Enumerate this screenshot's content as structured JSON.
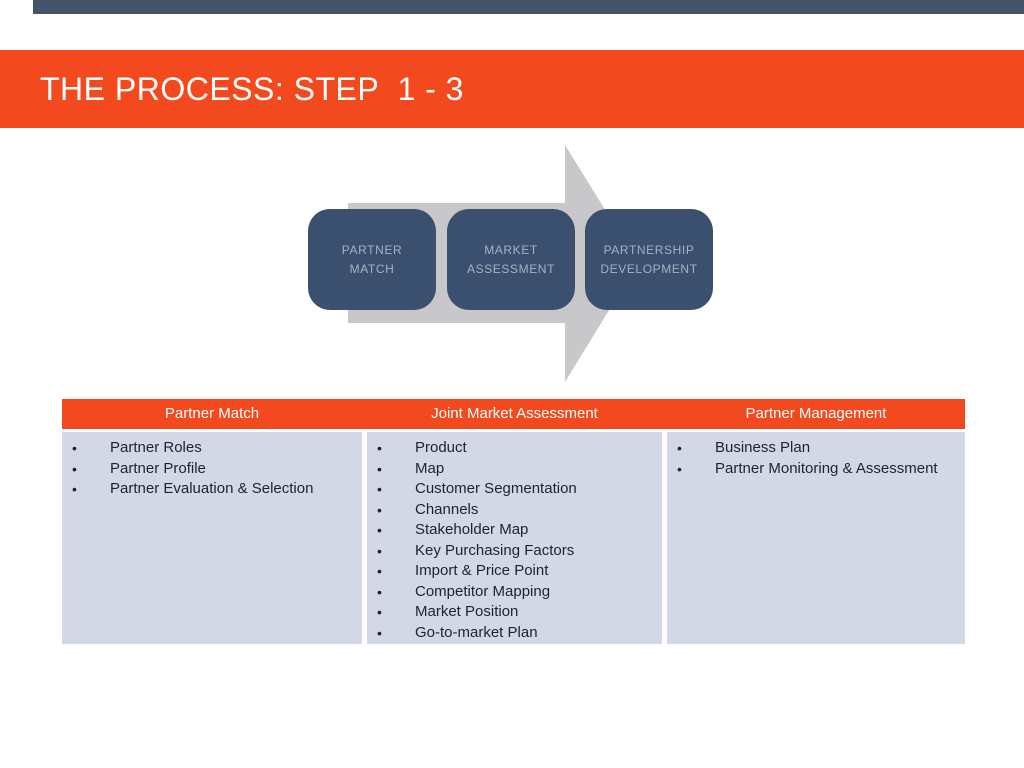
{
  "slide": {
    "top_accent_bar_color": "#44546A",
    "title_bar": {
      "label": "THE PROCESS: STEP  1 - 3",
      "bg_color": "#F3491E",
      "text_color": "#FFFFFF"
    }
  },
  "process": {
    "arrow_color": "#C8C7CA",
    "box_color": "#3B506E",
    "box_text_color": "#A6B1C3",
    "steps": [
      {
        "label": "PARTNER MATCH"
      },
      {
        "label": "MARKET ASSESSMENT"
      },
      {
        "label": "PARTNERSHIP DEVELOPMENT"
      }
    ]
  },
  "table": {
    "bullet_char": "•",
    "header_bg_color": "#F3491E",
    "header_text_color": "#FFFFFF",
    "body_bg_color": "#D2D8E6",
    "body_text_color": "#1C2430",
    "columns": [
      {
        "header": "Partner Match",
        "items": [
          "Partner Roles",
          "Partner Profile",
          "Partner Evaluation & Selection"
        ]
      },
      {
        "header": "Joint Market Assessment",
        "items": [
          "Product",
          "Map",
          "Customer Segmentation",
          "Channels",
          "Stakeholder Map",
          "Key Purchasing Factors",
          "Import & Price Point",
          "Competitor Mapping",
          "Market Position",
          "Go-to-market Plan"
        ]
      },
      {
        "header": "Partner Management",
        "items": [
          "Business Plan",
          "Partner Monitoring & Assessment"
        ]
      }
    ]
  }
}
